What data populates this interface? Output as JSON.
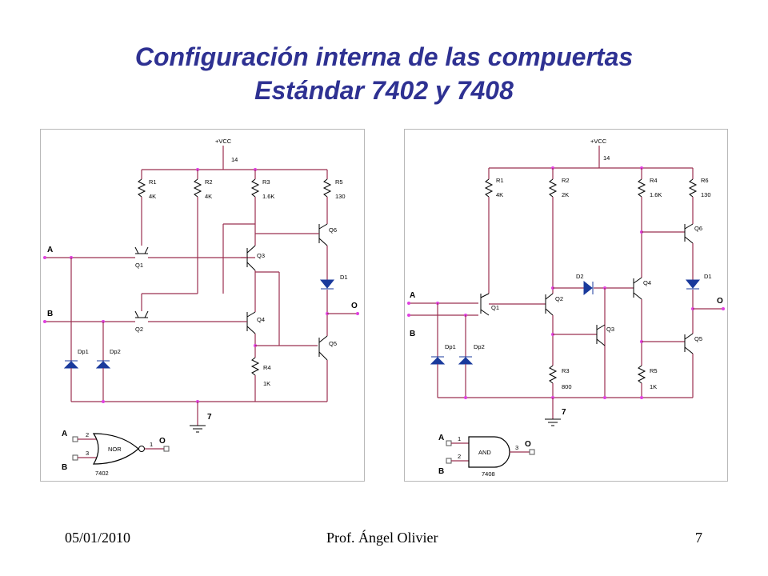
{
  "slide": {
    "title_line1": "Configuración interna de las compuertas",
    "title_line2": "Estándar 7402 y 7408",
    "colors": {
      "title": "#2e3192",
      "wire": "#9b3050",
      "node": "#e040e0",
      "diode": "#1a3a9c"
    }
  },
  "left_circuit": {
    "vcc": "+VCC",
    "vcc_pin": "14",
    "gnd_pin": "7",
    "input_a": "A",
    "input_b": "B",
    "output": "O",
    "resistors": [
      {
        "name": "R1",
        "value": "4K"
      },
      {
        "name": "R2",
        "value": "4K"
      },
      {
        "name": "R3",
        "value": "1.6K"
      },
      {
        "name": "R5",
        "value": "130"
      },
      {
        "name": "R4",
        "value": "1K"
      }
    ],
    "transistors": [
      "Q1",
      "Q2",
      "Q3",
      "Q4",
      "Q6",
      "Q5"
    ],
    "diodes": [
      "D1",
      "Dp1",
      "Dp2"
    ],
    "gate": {
      "label": "NOR",
      "part": "7402",
      "a": "A",
      "b": "B",
      "o": "O",
      "pin_a": "2",
      "pin_b": "3",
      "pin_o": "1"
    }
  },
  "right_circuit": {
    "vcc": "+VCC",
    "vcc_pin": "14",
    "gnd_pin": "7",
    "input_a": "A",
    "input_b": "B",
    "output": "O",
    "resistors": [
      {
        "name": "R1",
        "value": "4K"
      },
      {
        "name": "R2",
        "value": "2K"
      },
      {
        "name": "R4",
        "value": "1.6K"
      },
      {
        "name": "R6",
        "value": "130"
      },
      {
        "name": "R3",
        "value": "800"
      },
      {
        "name": "R5",
        "value": "1K"
      }
    ],
    "transistors": [
      "Q1",
      "Q2",
      "Q3",
      "Q4",
      "Q6",
      "Q5"
    ],
    "diodes": [
      "D2",
      "D1",
      "Dp1",
      "Dp2"
    ],
    "gate": {
      "label": "AND",
      "part": "7408",
      "a": "A",
      "b": "B",
      "o": "O",
      "pin_a": "1",
      "pin_b": "2",
      "pin_o": "3"
    }
  },
  "footer": {
    "date": "05/01/2010",
    "author": "Prof. Ángel Olivier",
    "page": "7"
  }
}
